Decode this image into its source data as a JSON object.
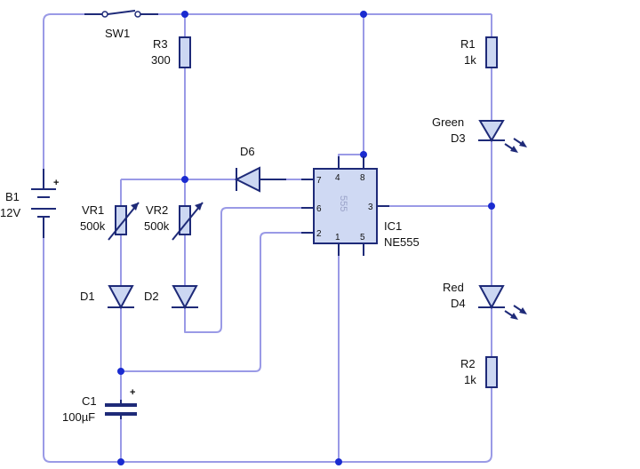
{
  "components": {
    "sw1": {
      "ref": "SW1"
    },
    "b1": {
      "ref": "B1",
      "value": "12V"
    },
    "r3": {
      "ref": "R3",
      "value": "300"
    },
    "r1": {
      "ref": "R1",
      "value": "1k"
    },
    "r2": {
      "ref": "R2",
      "value": "1k"
    },
    "vr1": {
      "ref": "VR1",
      "value": "500k"
    },
    "vr2": {
      "ref": "VR2",
      "value": "500k"
    },
    "d1": {
      "ref": "D1"
    },
    "d2": {
      "ref": "D2"
    },
    "d6": {
      "ref": "D6"
    },
    "d3": {
      "ref": "D3",
      "color": "Green"
    },
    "d4": {
      "ref": "D4",
      "color": "Red"
    },
    "c1": {
      "ref": "C1",
      "value": "100µF"
    },
    "ic1": {
      "ref": "IC1",
      "part": "NE555",
      "chip_marking": "555",
      "pins": {
        "p1": "1",
        "p2": "2",
        "p3": "3",
        "p4": "4",
        "p5": "5",
        "p6": "6",
        "p7": "7",
        "p8": "8"
      }
    }
  },
  "polarity": {
    "plus": "+"
  },
  "colors": {
    "wire": "#9a9ae6",
    "outline": "#1e2a78",
    "junction": "#1a2bd0",
    "body_fill": "#ccd7f2"
  }
}
